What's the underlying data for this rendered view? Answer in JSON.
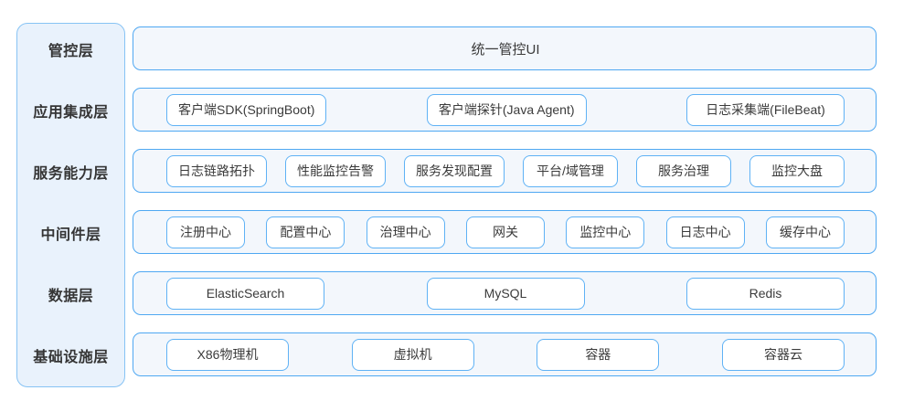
{
  "colors": {
    "row_border": "#4FA8F2",
    "row_background": "#F3F7FC",
    "sidebar_border": "#87C3F4",
    "sidebar_background": "#E9F2FC",
    "box_border": "#5FB2F5",
    "box_background": "#FFFFFF",
    "text": "#3B3B3B"
  },
  "layers": [
    {
      "name": "管控层",
      "items": [
        "统一管控UI"
      ]
    },
    {
      "name": "应用集成层",
      "items": [
        "客户端SDK(SpringBoot)",
        "客户端探针(Java Agent)",
        "日志采集端(FileBeat)"
      ]
    },
    {
      "name": "服务能力层",
      "items": [
        "日志链路拓扑",
        "性能监控告警",
        "服务发现配置",
        "平台/域管理",
        "服务治理",
        "监控大盘"
      ]
    },
    {
      "name": "中间件层",
      "items": [
        "注册中心",
        "配置中心",
        "治理中心",
        "网关",
        "监控中心",
        "日志中心",
        "缓存中心"
      ]
    },
    {
      "name": "数据层",
      "items": [
        "ElasticSearch",
        "MySQL",
        "Redis"
      ]
    },
    {
      "name": "基础设施层",
      "items": [
        "X86物理机",
        "虚拟机",
        "容器",
        "容器云"
      ]
    }
  ]
}
